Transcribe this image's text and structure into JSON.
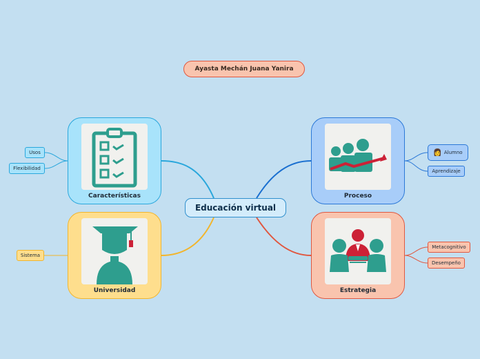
{
  "author": "Ayasta Mechán Juana Yanira",
  "center": "Educación virtual",
  "branches": {
    "caracteristicas": {
      "label": "Características",
      "icon": "clipboard-checklist-icon",
      "leaves": [
        "Usos",
        "Flexibilidad"
      ]
    },
    "universidad": {
      "label": "Universidad",
      "icon": "graduate-icon",
      "leaves": [
        "Sistema"
      ]
    },
    "proceso": {
      "label": "Proceso",
      "icon": "team-growth-icon",
      "leaves": [
        "Alumno",
        "Aprendizaje"
      ]
    },
    "estrategia": {
      "label": "Estrategia",
      "icon": "business-meeting-icon",
      "leaves": [
        "Metacognitivo",
        "Desempeño"
      ]
    }
  },
  "colors": {
    "background": "#c3dff1",
    "caracteristicas": "#2aa7dc",
    "universidad": "#f2b52c",
    "proceso": "#2b78d7",
    "estrategia": "#e0573f",
    "icon_teal": "#2e9e8e",
    "icon_red": "#cc2136"
  }
}
